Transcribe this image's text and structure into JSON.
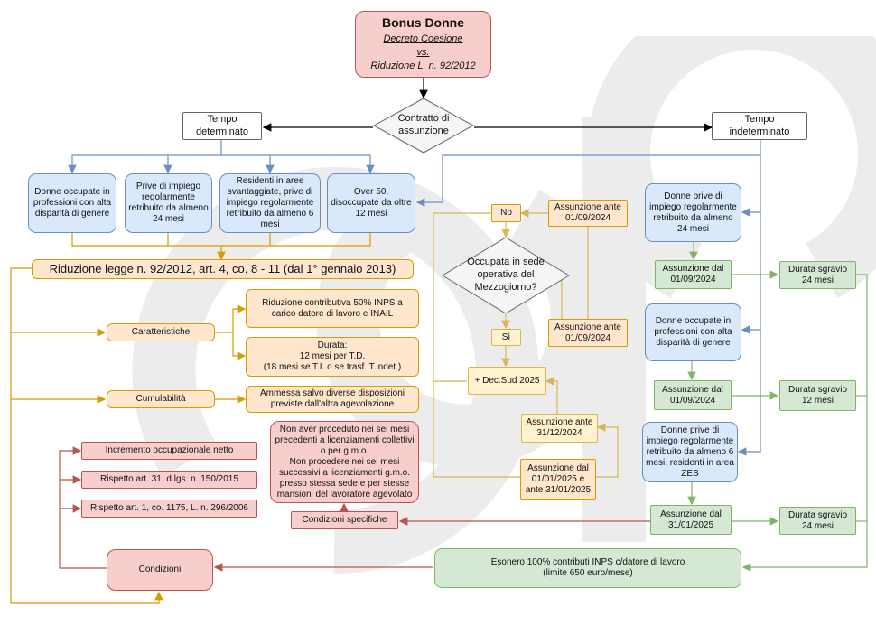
{
  "title": {
    "heading": "Bonus Donne",
    "line1": "Decreto Coesione",
    "line2": "vs.",
    "line3": "Riduzione L. n. 92/2012"
  },
  "decision": "Contratto di assunzione",
  "branches": {
    "determinato": "Tempo determinato",
    "indeterminato": "Tempo indeterminato"
  },
  "categories": {
    "c1": "Donne occupate in professioni con alta disparità di genere",
    "c2": "Prive di impiego regolarmente retribuito da almeno 24 mesi",
    "c3": "Residenti in aree svantaggiate, prive di impiego regolarmente retribuito da almeno 6 mesi",
    "c4": "Over 50, disoccupate da oltre 12 mesi"
  },
  "riduzione": "Riduzione legge n. 92/2012, art. 4, co. 8 - 11 (dal 1° gennaio 2013)",
  "caratteristiche": {
    "label": "Caratteristiche",
    "item1": "Riduzione contributiva 50% INPS a carico datore di lavoro e INAIL",
    "item2_l1": "Durata:",
    "item2_l2": "12 mesi per T.D.",
    "item2_l3": "(18 mesi se T.I. o se trasf. T.indet.)"
  },
  "cumulabilita": {
    "label": "Cumulabilità",
    "text": "Ammessa salvo diverse disposizioni previste dall'altra agevolazione"
  },
  "condizioni": {
    "label": "Condizioni",
    "items": [
      "Incremento occupazionale netto",
      "Rispetto art. 31, d.lgs. n. 150/2015",
      "Rispetto art. 1, co. 1175, L. n. 296/2006"
    ]
  },
  "specifiche": {
    "label": "Condizioni specifiche",
    "text1": "Non aver proceduto nei sei mesi precedenti a licenziamenti collettivi o per g.m.o.",
    "text2": "Non procedere nei sei mesi successivi a licenziamenti g.m.o. presso stessa sede e per stesse mansioni del lavoratore agevolato"
  },
  "mezzogiorno": {
    "question": "Occupata in sede operativa del Mezzogiorno?",
    "no": "No",
    "si": "Sì",
    "decsud": "+ Dec.Sud 2025"
  },
  "assunzioni": {
    "ante1": "Assunzione ante 01/09/2024",
    "ante2": "Assunzione ante 01/09/2024",
    "ante3": "Assunzione ante 31/12/2024",
    "dal_range": "Assunzione dal 01/01/2025 e ante 31/01/2025"
  },
  "right": {
    "r1": "Donne prive di impiego regolarmente retribuito da almeno 24 mesi",
    "r1_date": "Assunzione dal 01/09/2024",
    "r1_dur": "Durata sgravio 24 mesi",
    "r2": "Donne occupate in professioni con alta disparità di genere",
    "r2_date": "Assunzione dal 01/09/2024",
    "r2_dur": "Durata sgravio 12 mesi",
    "r3": "Donne prive di impiego regolarmente retribuito da almeno 6 mesi, residenti in area ZES",
    "r3_date": "Assunzione dal 31/01/2025",
    "r3_dur": "Durata sgravio 24 mesi"
  },
  "esonero": {
    "line1": "Esonero 100% contributi INPS c/datore di lavoro",
    "line2": "(limite 650 euro/mese)"
  },
  "colors": {
    "blue": "#6c8ebf",
    "orange": "#d79b00",
    "red": "#b85450",
    "green": "#82b366",
    "yellow": "#d6b656"
  }
}
